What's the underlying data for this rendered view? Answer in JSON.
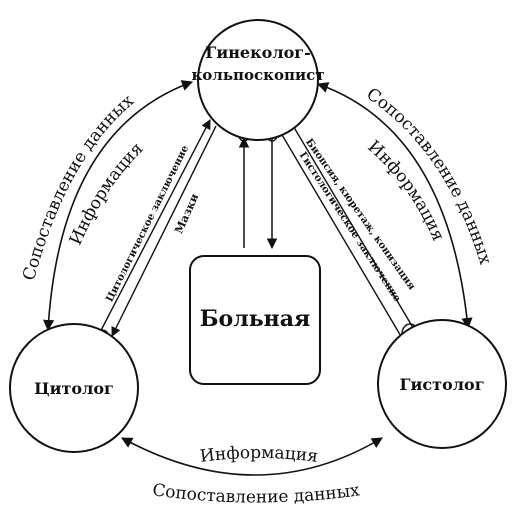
{
  "nodes": {
    "gyn_line1": "Гинеколог-",
    "gyn_line2": "кольпоскопист",
    "cytologist": "Цитолог",
    "histologist": "Гистолог",
    "patient": "Больная"
  },
  "labels": {
    "comparison_left": "Сопоставление данных",
    "info_left": "Информация",
    "comparison_right": "Сопоставление данных",
    "info_right": "Информация",
    "info_bottom": "Информация",
    "comparison_bottom": "Сопоставление данных",
    "cyto_conclusion": "Цитологическое заключение",
    "smears": "Мазки",
    "biopsy": "Биопсия, кюретаж, конизация",
    "histo_conclusion": "Гистологическое заключение"
  },
  "colors": {
    "ink": "#111111",
    "background": "#ffffff"
  }
}
